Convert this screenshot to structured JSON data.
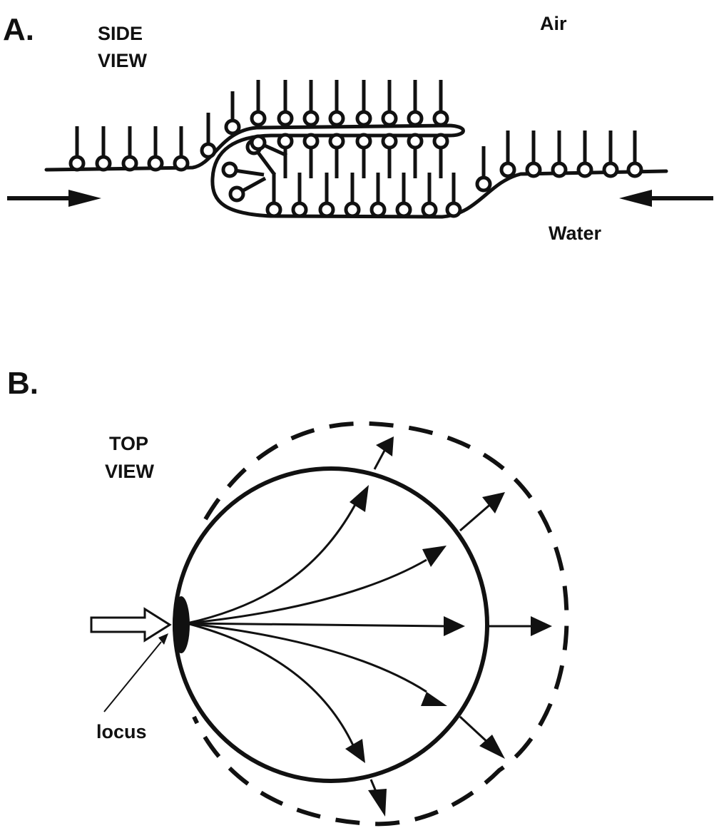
{
  "panel_a": {
    "label": "A.",
    "view_line1": "SIDE",
    "view_line2": "VIEW",
    "air_label": "Air",
    "water_label": "Water"
  },
  "panel_b": {
    "label": "B.",
    "view_line1": "TOP",
    "view_line2": "VIEW",
    "locus_label": "locus"
  },
  "colors": {
    "ink": "#111111",
    "background": "#ffffff"
  }
}
